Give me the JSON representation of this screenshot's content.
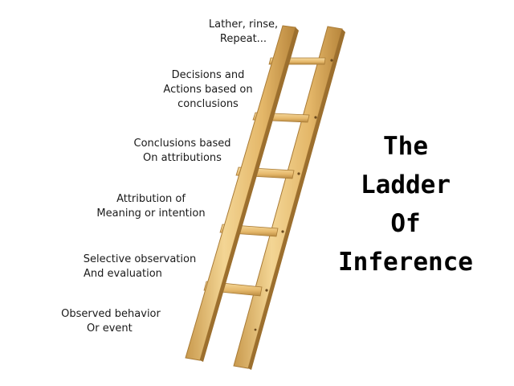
{
  "title": {
    "lines": [
      "The",
      "Ladder",
      "Of",
      "Inference"
    ]
  },
  "rungs": [
    {
      "lines": [
        "Lather, rinse,",
        "Repeat..."
      ]
    },
    {
      "lines": [
        "Decisions and",
        "Actions based on",
        "conclusions"
      ]
    },
    {
      "lines": [
        "Conclusions based",
        "On attributions"
      ]
    },
    {
      "lines": [
        "Attribution of",
        "Meaning or intention"
      ]
    },
    {
      "lines": [
        "Selective observation",
        "And evaluation"
      ]
    },
    {
      "lines": [
        "Observed behavior",
        "Or event"
      ]
    }
  ],
  "colors": {
    "wood": "#e7bb6e",
    "wood_light": "#f4d79a",
    "wood_dark": "#b8863c",
    "text": "#1a1a1a"
  }
}
